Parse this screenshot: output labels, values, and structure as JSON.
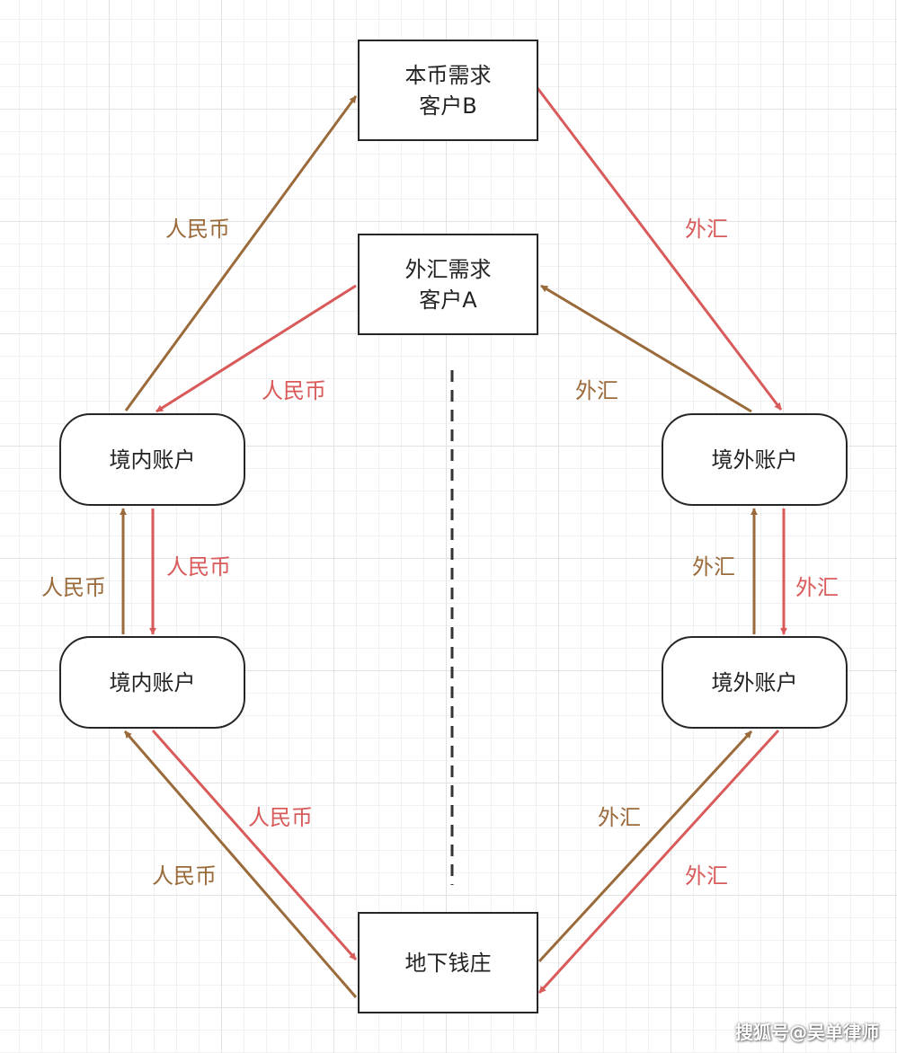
{
  "colors": {
    "rmb_arrow": "#9a6a3a",
    "fx_arrow": "#d95a5a",
    "node_border": "#262626",
    "dashed_divider": "#333333"
  },
  "nodes": {
    "customer_b": "本币需求\n客户B",
    "customer_a": "外汇需求\n客户A",
    "domestic_account_top": "境内账户",
    "domestic_account_bottom": "境内账户",
    "overseas_account_top": "境外账户",
    "overseas_account_bottom": "境外账户",
    "underground_bank": "地下钱庄"
  },
  "edges": [
    {
      "id": "dom-top-to-customer-b",
      "label": "人民币",
      "color": "#9a6a3a"
    },
    {
      "id": "customer-a-to-dom-top",
      "label": "人民币",
      "color": "#d95a5a"
    },
    {
      "id": "customer-b-to-ovs-top",
      "label": "外汇",
      "color": "#d95a5a"
    },
    {
      "id": "ovs-top-to-customer-a",
      "label": "外汇",
      "color": "#9a6a3a"
    },
    {
      "id": "dom-bottom-to-dom-top",
      "label": "人民币",
      "color": "#9a6a3a"
    },
    {
      "id": "dom-top-to-dom-bottom",
      "label": "人民币",
      "color": "#d95a5a"
    },
    {
      "id": "ovs-bottom-to-ovs-top",
      "label": "外汇",
      "color": "#9a6a3a"
    },
    {
      "id": "ovs-top-to-ovs-bottom",
      "label": "外汇",
      "color": "#d95a5a"
    },
    {
      "id": "dom-bottom-to-bank",
      "label": "人民币",
      "color": "#d95a5a"
    },
    {
      "id": "bank-to-dom-bottom",
      "label": "人民币",
      "color": "#9a6a3a"
    },
    {
      "id": "bank-to-ovs-bottom",
      "label": "外汇",
      "color": "#9a6a3a"
    },
    {
      "id": "ovs-bottom-to-bank",
      "label": "外汇",
      "color": "#d95a5a"
    }
  ],
  "watermark": "搜狐号@吴单律师"
}
